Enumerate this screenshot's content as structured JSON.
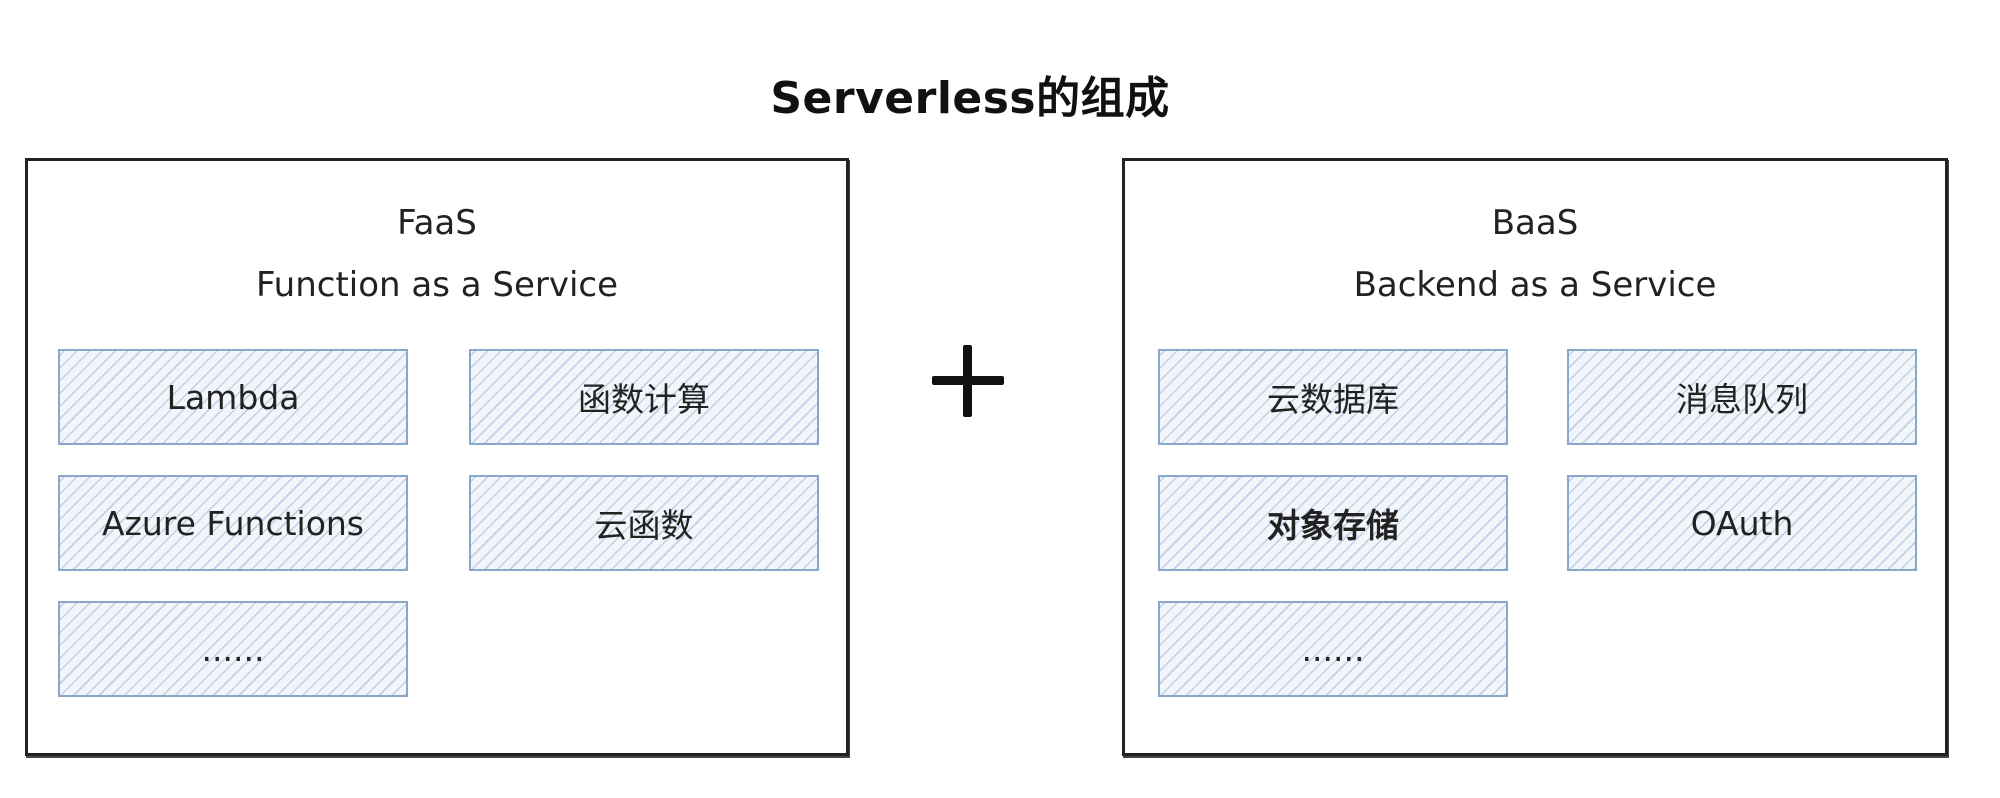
{
  "title": "Serverless的组成",
  "operator": "+",
  "faas": {
    "abbr": "FaaS",
    "full": "Function as a Service",
    "items": [
      "Lambda",
      "函数计算",
      "Azure Functions",
      "云函数",
      "......"
    ]
  },
  "baas": {
    "abbr": "BaaS",
    "full": "Backend as a Service",
    "items": [
      "云数据库",
      "消息队列",
      "对象存储",
      "OAuth",
      "......"
    ]
  },
  "colors": {
    "item_border": "#8aa6c9",
    "item_hatch": "#96afd2",
    "panel_border": "#222222"
  }
}
